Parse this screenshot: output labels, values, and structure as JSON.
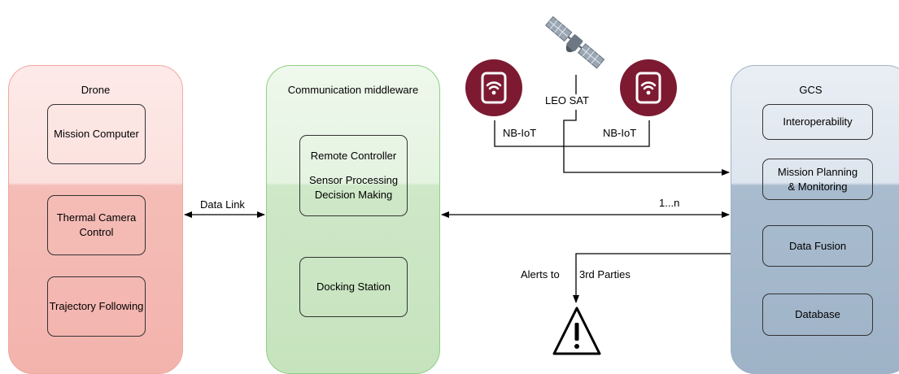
{
  "drone": {
    "title": "Drone",
    "mission_computer": "Mission Computer",
    "thermal_line1": "Thermal Camera",
    "thermal_line2": "Control",
    "trajectory": "Trajectory Following"
  },
  "middleware": {
    "title": "Communication middleware",
    "remote_controller": "Remote Controller",
    "sensor_processing": "Sensor Processing",
    "decision_making": "Decision Making",
    "docking_station": "Docking Station"
  },
  "gcs": {
    "title": "GCS",
    "interoperability": "Interoperability",
    "mission_planning_line1": "Mission Planning",
    "mission_planning_line2": "& Monitoring",
    "data_fusion": "Data Fusion",
    "database": "Database"
  },
  "links": {
    "data_link": "Data Link",
    "multiplicity": "1...n",
    "nbiot_left": "NB-IoT",
    "nbiot_right": "NB-IoT",
    "leo_sat": "LEO SAT",
    "alerts_to": "Alerts to",
    "third_parties": "3rd Parties"
  },
  "colors": {
    "drone_top": "#fdeae8",
    "drone_bottom": "#f5bdb7",
    "middleware_top": "#eef8ec",
    "middleware_bottom": "#cfe8c8",
    "gcs_top": "#e9eef4",
    "gcs_bottom": "#a9bccf",
    "iot_circle": "#7d1a32"
  },
  "icons": {
    "wifi_left": "wifi-router-icon",
    "wifi_right": "wifi-router-icon",
    "satellite": "satellite-icon",
    "alert": "warning-triangle-icon"
  }
}
